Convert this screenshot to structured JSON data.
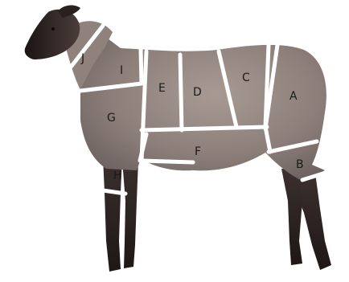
{
  "diagram": {
    "labels": {
      "A": "A",
      "B": "B",
      "C": "C",
      "D": "D",
      "E": "E",
      "F": "F",
      "G": "G",
      "H": "H",
      "I": "I",
      "J": "J"
    }
  }
}
